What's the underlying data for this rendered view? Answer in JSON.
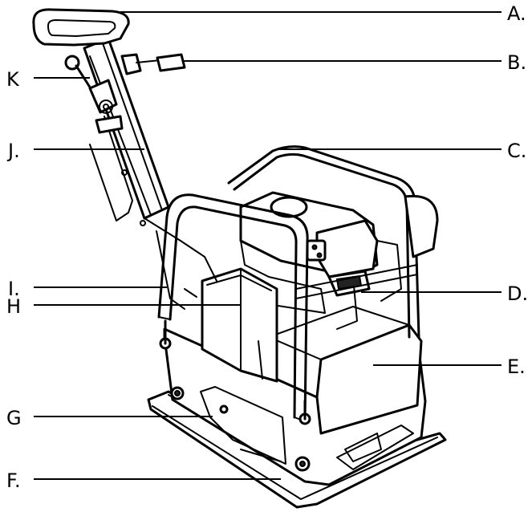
{
  "labels": {
    "A": "A.",
    "B": "B.",
    "C": "C.",
    "D": "D.",
    "E": "E.",
    "F": "F.",
    "G": "G",
    "H": "H",
    "I": "I.",
    "J": "J.",
    "K": "K"
  },
  "colors": {
    "ink": "#000000",
    "background": "#ffffff"
  }
}
